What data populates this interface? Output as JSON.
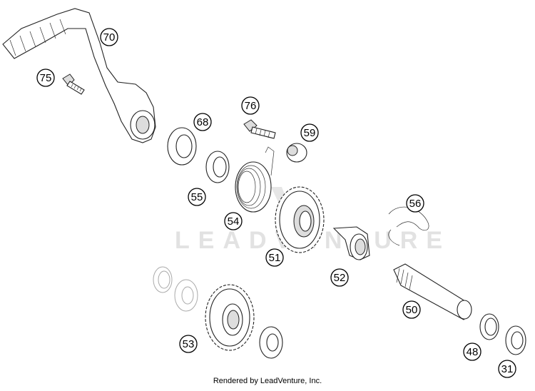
{
  "watermark": "LEADVENTURE",
  "footer": "Rendered by LeadVenture, Inc.",
  "callouts": [
    {
      "id": "70",
      "label": "70"
    },
    {
      "id": "75",
      "label": "75"
    },
    {
      "id": "68",
      "label": "68"
    },
    {
      "id": "76",
      "label": "76"
    },
    {
      "id": "59",
      "label": "59"
    },
    {
      "id": "55",
      "label": "55"
    },
    {
      "id": "54",
      "label": "54"
    },
    {
      "id": "56",
      "label": "56"
    },
    {
      "id": "51",
      "label": "51"
    },
    {
      "id": "52",
      "label": "52"
    },
    {
      "id": "50",
      "label": "50"
    },
    {
      "id": "53",
      "label": "53"
    },
    {
      "id": "48",
      "label": "48"
    },
    {
      "id": "31",
      "label": "31"
    }
  ]
}
